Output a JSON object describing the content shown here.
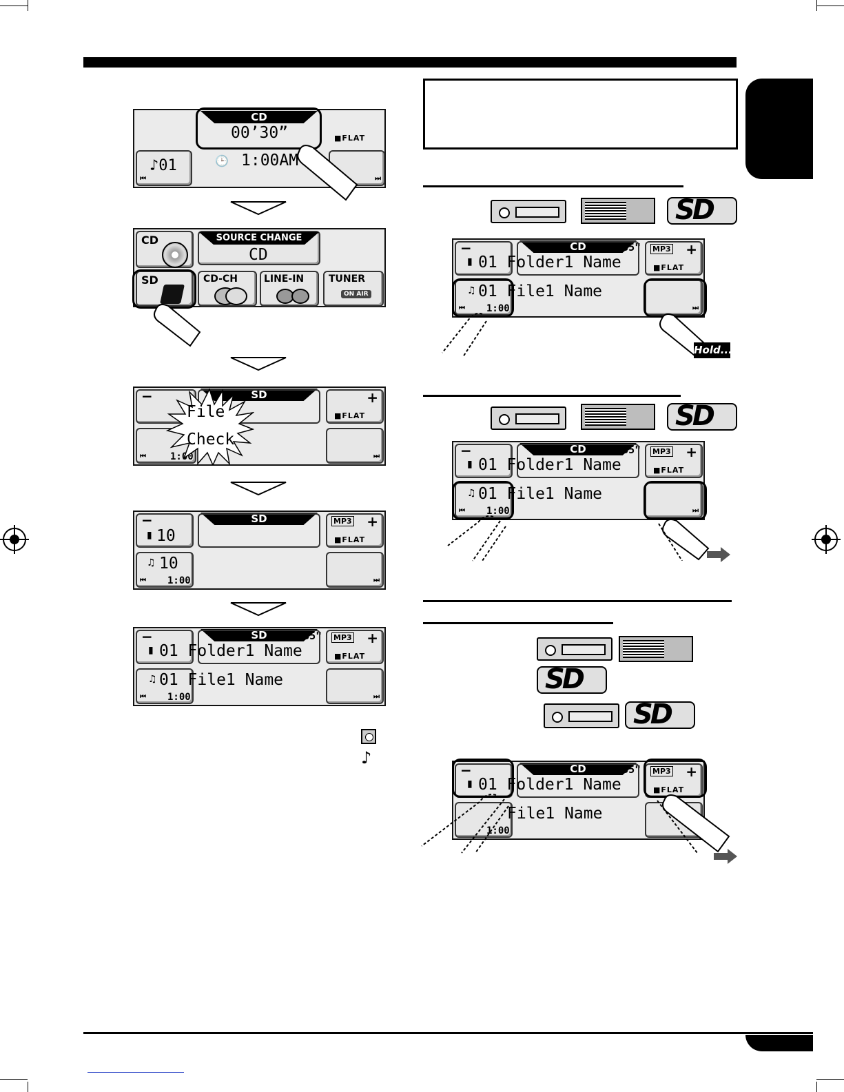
{
  "panel1": {
    "source": "CD",
    "time": "00’30”",
    "flat": "■FLAT",
    "track": "♪01",
    "clock": "1:00AM"
  },
  "panel2": {
    "source_change": "SOURCE CHANGE",
    "source_value": "CD",
    "btn_cd": "CD",
    "btn_sd": "SD",
    "btn_cdch": "CD-CH",
    "btn_linein": "LINE-IN",
    "btn_tuner": "TUNER",
    "tuner_sub": "ON AIR"
  },
  "panel3": {
    "source": "SD",
    "minus": "−",
    "plus": "+",
    "flat": "■FLAT",
    "msg_file": "File",
    "msg_check": "Check",
    "elapsed": "1:00"
  },
  "panel4": {
    "source": "SD",
    "mp3": "MP3",
    "folder": "10",
    "file": "10",
    "flat": "■FLAT",
    "elapsed": "1:00"
  },
  "panel5": {
    "source": "SD",
    "time": "00'35\"",
    "mp3": "MP3",
    "folder": "01 Folder1 Name",
    "file": "01 File1 Name",
    "flat": "■FLAT",
    "elapsed": "1:00"
  },
  "panelR": {
    "source": "CD",
    "time": "00'35\"",
    "mp3": "MP3",
    "folder": "01 Folder1 Name",
    "file": "01 File1 Name",
    "flat": "■FLAT",
    "elapsed": "1:00"
  },
  "panelR3": {
    "file": "File1 Name"
  },
  "hold_label": "Hold....",
  "icons": {
    "legend_1": "disc-icon",
    "legend_2": "note-icon"
  }
}
